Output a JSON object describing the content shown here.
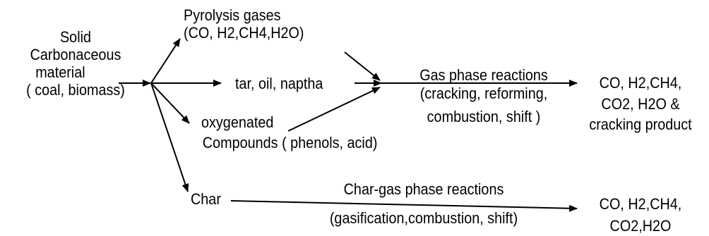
{
  "diagram": {
    "input": {
      "line1": "Solid",
      "line2": "Carbonaceous",
      "line3": "material",
      "line4": "( coal, biomass)"
    },
    "pyrolysis_gases": {
      "line1": "Pyrolysis gases",
      "line2": "(CO, H2,CH4,H2O)"
    },
    "tar": "tar, oil, naptha",
    "oxygenated": {
      "line1": "oxygenated",
      "line2": "Compounds ( phenols, acid)"
    },
    "char": "Char",
    "gas_phase_reactions": {
      "line1": "Gas phase reactions",
      "line2": "(cracking, reforming,",
      "line3": "combustion, shift )"
    },
    "output_gas": {
      "line1": "CO, H2,CH4,",
      "line2": "CO2, H2O &",
      "line3": "cracking product"
    },
    "char_gas_reactions": {
      "line1": "Char-gas phase reactions",
      "line2": "(gasification,combustion, shift)"
    },
    "output_char": {
      "line1": "CO, H2,CH4,",
      "line2": "CO2,H2O"
    }
  },
  "colors": {
    "ink": "#000000",
    "background": "#ffffff"
  }
}
